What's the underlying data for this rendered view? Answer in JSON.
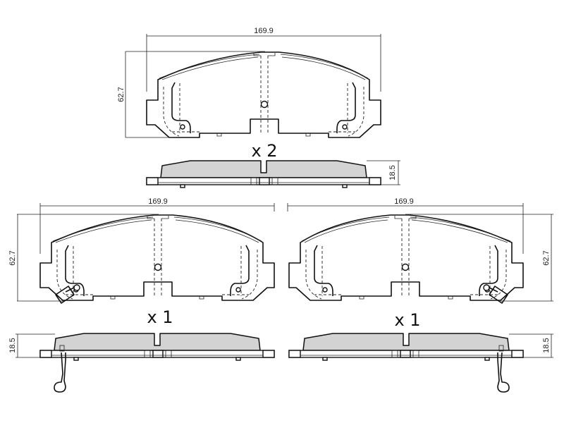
{
  "top_pad": {
    "width_label": "169.9",
    "height_label": "62.7",
    "thickness_label": "18.5",
    "quantity": "x 2"
  },
  "left_pad": {
    "width_label": "169.9",
    "height_label": "62.7",
    "thickness_label": "18.5",
    "quantity": "x 1"
  },
  "right_pad": {
    "width_label": "169.9",
    "height_label": "62.7",
    "thickness_label": "18.5",
    "quantity": "x 1"
  },
  "colors": {
    "friction": "#d3d3d3",
    "line": "#111111"
  }
}
